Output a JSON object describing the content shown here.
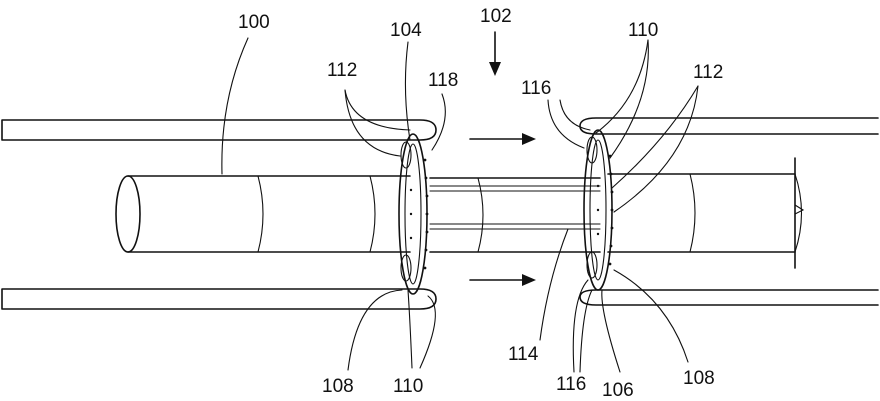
{
  "labels": {
    "l100": "100",
    "l102": "102",
    "l104": "104",
    "l106": "106",
    "l108a": "108",
    "l108b": "108",
    "l110a": "110",
    "l110b": "110",
    "l112a": "112",
    "l112b": "112",
    "l114": "114",
    "l116a": "116",
    "l116b": "116",
    "l118": "118"
  }
}
